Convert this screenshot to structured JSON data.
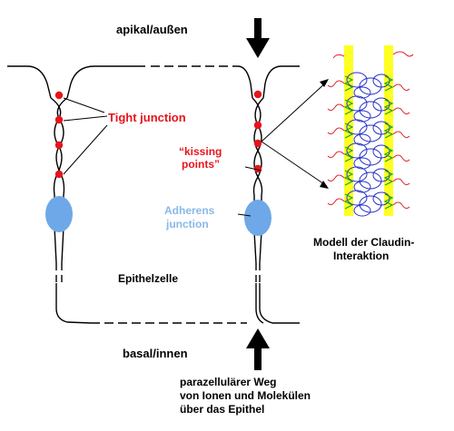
{
  "labels": {
    "apical": "apikal/außen",
    "tight_junction": "Tight junction",
    "kissing_line1": "“kissing",
    "kissing_line2": "points”",
    "adherens_line1": "Adherens",
    "adherens_line2": "junction",
    "epithelzelle": "Epithelzelle",
    "basal": "basal/innen",
    "model_line1": "Modell der Claudin-",
    "model_line2": "Interaktion",
    "pathway_line1": "parazellulärer Weg",
    "pathway_line2": "von Ionen und Molekülen",
    "pathway_line3": "über das Epithel"
  },
  "colors": {
    "membrane": "#000000",
    "kissing_point": "#e8141c",
    "adherens": "#6fa8e8",
    "tight_label": "#e8141c",
    "adherens_label": "#8ab8e8",
    "strand": "#ffff22",
    "claudin_blue": "#2430c8",
    "claudin_green": "#1aa81a",
    "claudin_red": "#e0202a"
  },
  "icons": {
    "top_arrow": "arrow-down-icon",
    "bottom_arrow": "arrow-up-icon"
  }
}
